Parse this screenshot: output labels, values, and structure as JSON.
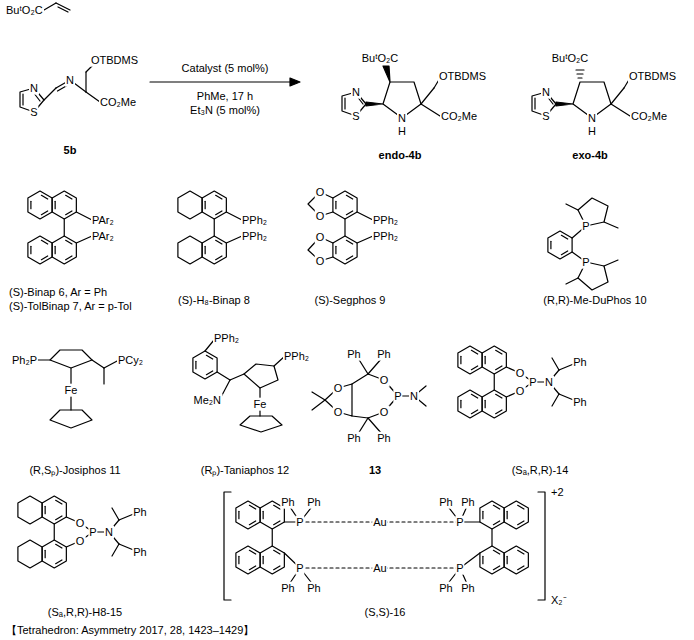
{
  "diagram": {
    "caption": "【Tetrahedron: Asymmetry 2017, 28, 1423–1429】",
    "labels": [
      "BuᵗO₂C",
      "N",
      "S",
      "N",
      "OTBDMS",
      "CO₂Me",
      "5b",
      "Catalyst (5 mol%)",
      "PhMe, 17 h",
      "Et₃N (5 mol%)",
      "BuᵗO₂C",
      "OTBDMS",
      "N",
      "S",
      "N",
      "H",
      "CO₂Me",
      "endo-4b",
      "BuᵗO₂C",
      "OTBDMS",
      "N",
      "S",
      "N",
      "H",
      "CO₂Me",
      "exo-4b",
      "PAr₂",
      "PAr₂",
      "(S)-Binap 6, Ar = Ph",
      "(S)-TolBinap 7, Ar = p-Tol",
      "PPh₂",
      "PPh₂",
      "(S)-H₈-Binap 8",
      "O",
      "O",
      "O",
      "O",
      "PPh₂",
      "PPh₂",
      "(S)-Segphos 9",
      "P",
      "P",
      "(R,R)-Me-DuPhos 10",
      "Ph₂P",
      "Fe",
      "PCy₂",
      "(R,Sₚ)-Josiphos 11",
      "PPh₂",
      "Me₂N",
      "PPh₂",
      "Fe",
      "(Rₚ)-Taniaphos 12",
      "Ph",
      "Ph",
      "O",
      "O",
      "O",
      "O",
      "P",
      "N",
      "Ph",
      "Ph",
      "13",
      "O",
      "O",
      "P",
      "N",
      "Ph",
      "Ph",
      "(Sₐ,R,R)-14",
      "O",
      "O",
      "P",
      "N",
      "Ph",
      "Ph",
      "(Sₐ,R,R)-H8-15",
      "Ph",
      "Ph",
      "Ph",
      "Ph",
      "P",
      "Au",
      "P",
      "P",
      "Au",
      "P",
      "Ph",
      "Ph",
      "Ph",
      "Ph",
      "+2",
      "X₂⁻",
      "(S,S)-16"
    ]
  }
}
